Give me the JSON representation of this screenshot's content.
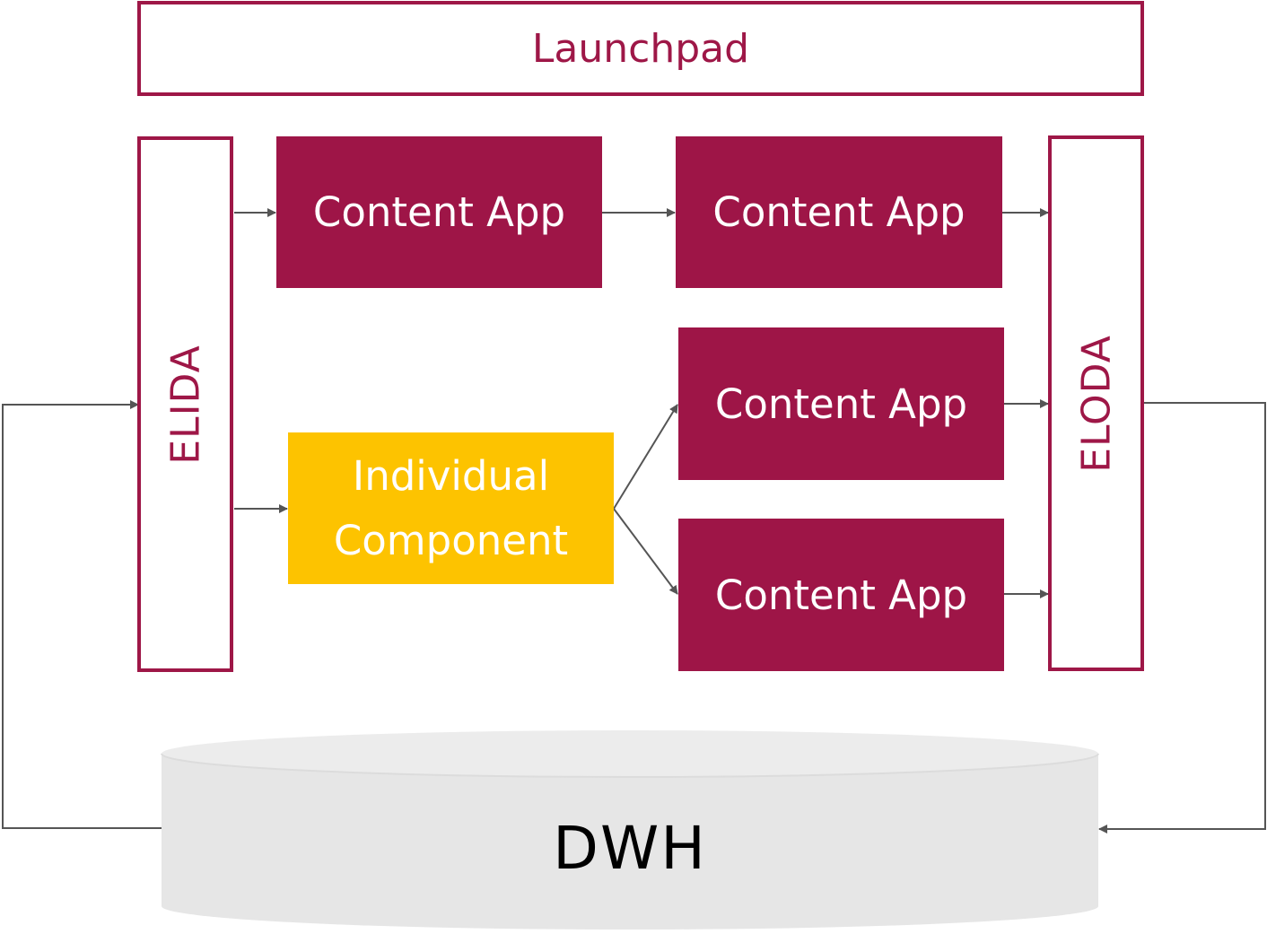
{
  "launchpad": {
    "label": "Launchpad"
  },
  "elida": {
    "label": "ELIDA"
  },
  "eloda": {
    "label": "ELODA"
  },
  "content_apps": [
    {
      "label": "Content App"
    },
    {
      "label": "Content App"
    },
    {
      "label": "Content App"
    },
    {
      "label": "Content App"
    }
  ],
  "individual_component": {
    "line1": "Individual",
    "line2": "Component"
  },
  "dwh": {
    "label": "DWH"
  },
  "colors": {
    "accent": "#9e1747",
    "highlight": "#fdc300",
    "database": "#e6e6e6",
    "arrow": "#555555"
  }
}
